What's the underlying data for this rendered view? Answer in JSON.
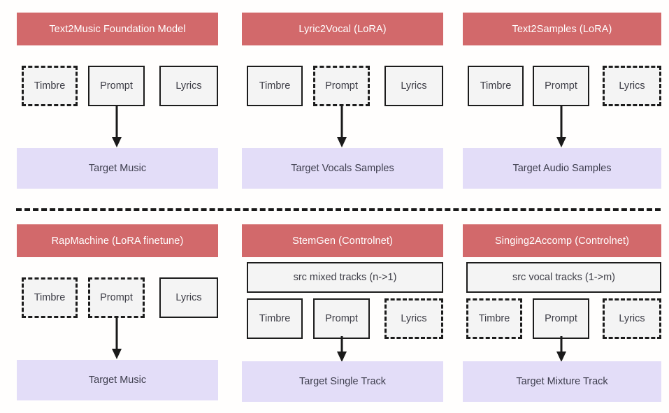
{
  "figure": {
    "layout": "2 rows x 3 columns of model-task panels, separated by a horizontal dashed divider",
    "colors": {
      "header_red": "#d2696b",
      "header_text": "#ffffff",
      "slot_fill": "#f4f4f4",
      "slot_border": "#1c1c1c",
      "target_fill": "#e3ddf8",
      "target_text": "#3d3d4d",
      "divider": "#1a1a1a",
      "arrow": "#1a1a1a",
      "background": "#fffefd"
    },
    "slot_labels": {
      "timbre": "Timbre",
      "prompt": "Prompt",
      "lyrics": "Lyrics"
    }
  },
  "panels": [
    {
      "id": "text2music",
      "title": "Text2Music Foundation Model",
      "src_track": null,
      "slots": [
        {
          "label": "Timbre",
          "style": "dashed"
        },
        {
          "label": "Prompt",
          "style": "solid"
        },
        {
          "label": "Lyrics",
          "style": "solid"
        }
      ],
      "arrow": "down-arrow",
      "target": "Target Music"
    },
    {
      "id": "lyric2vocal",
      "title": "Lyric2Vocal (LoRA)",
      "src_track": null,
      "slots": [
        {
          "label": "Timbre",
          "style": "solid"
        },
        {
          "label": "Prompt",
          "style": "dashed"
        },
        {
          "label": "Lyrics",
          "style": "solid"
        }
      ],
      "arrow": "down-arrow",
      "target": "Target Vocals Samples"
    },
    {
      "id": "text2samples",
      "title": "Text2Samples (LoRA)",
      "src_track": null,
      "slots": [
        {
          "label": "Timbre",
          "style": "solid"
        },
        {
          "label": "Prompt",
          "style": "solid"
        },
        {
          "label": "Lyrics",
          "style": "dashed"
        }
      ],
      "arrow": "down-arrow",
      "target": "Target Audio Samples"
    },
    {
      "id": "rapmachine",
      "title": "RapMachine (LoRA finetune)",
      "src_track": null,
      "slots": [
        {
          "label": "Timbre",
          "style": "dashed"
        },
        {
          "label": "Prompt",
          "style": "dashed"
        },
        {
          "label": "Lyrics",
          "style": "solid"
        }
      ],
      "arrow": "down-arrow",
      "target": "Target Music"
    },
    {
      "id": "stemgen",
      "title": "StemGen (Controlnet)",
      "src_track": "src mixed tracks (n->1)",
      "slots": [
        {
          "label": "Timbre",
          "style": "solid"
        },
        {
          "label": "Prompt",
          "style": "solid"
        },
        {
          "label": "Lyrics",
          "style": "dashed"
        }
      ],
      "arrow": "down-arrow",
      "target": "Target Single Track"
    },
    {
      "id": "singing2accomp",
      "title": "Singing2Accomp (Controlnet)",
      "src_track": "src vocal tracks (1->m)",
      "slots": [
        {
          "label": "Timbre",
          "style": "dashed"
        },
        {
          "label": "Prompt",
          "style": "solid"
        },
        {
          "label": "Lyrics",
          "style": "dashed"
        }
      ],
      "arrow": "down-arrow",
      "target": "Target Mixture Track"
    }
  ]
}
